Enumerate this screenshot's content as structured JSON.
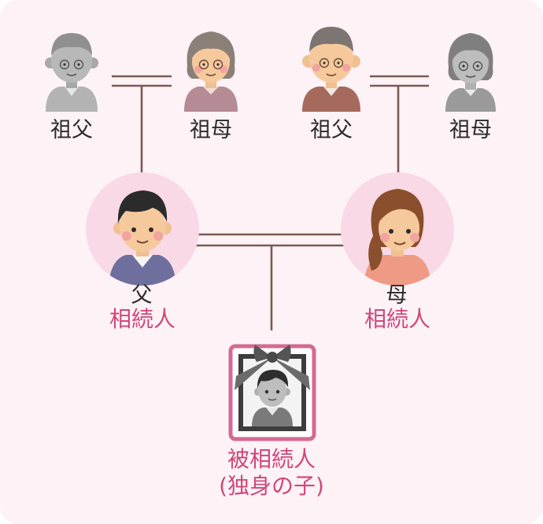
{
  "grandparents": [
    {
      "label": "祖父",
      "deceased": true
    },
    {
      "label": "祖母",
      "deceased": false
    },
    {
      "label": "祖父",
      "deceased": false
    },
    {
      "label": "祖母",
      "deceased": true
    }
  ],
  "father": {
    "label": "父",
    "status": "相続人"
  },
  "mother": {
    "label": "母",
    "status": "相続人"
  },
  "decedent": {
    "line1": "被相続人",
    "line2": "(独身の子)"
  },
  "colors": {
    "accent": "#d0477a",
    "line": "#7a5a54",
    "background": "#fdf2f6",
    "circle": "#f9d9e6",
    "frame": "#d36a92"
  }
}
